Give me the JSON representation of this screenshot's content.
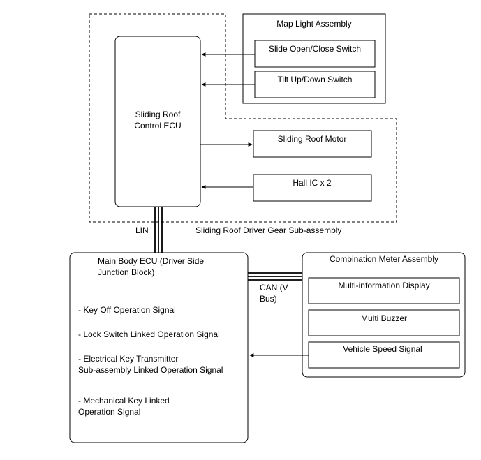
{
  "map_light": {
    "title": "Map Light Assembly",
    "slide_switch": "Slide Open/Close Switch",
    "tilt_switch": "Tilt Up/Down Switch"
  },
  "sliding_roof_ecu": {
    "line1": "Sliding Roof",
    "line2": "Control ECU"
  },
  "motor": "Sliding Roof Motor",
  "hall_ic": "Hall IC x 2",
  "driver_gear_label": "Sliding Roof Driver Gear Sub-assembly",
  "lin_label": "LIN",
  "can_label": {
    "line1": "CAN (V",
    "line2": "Bus)"
  },
  "main_body_ecu": {
    "title_line1": "Main Body ECU (Driver Side",
    "title_line2": "Junction Block)",
    "signals": {
      "s1": "- Key Off Operation Signal",
      "s2": "- Lock Switch Linked Operation Signal",
      "s3_line1": "- Electrical Key Transmitter",
      "s3_line2": "Sub-assembly Linked Operation Signal",
      "s4_line1": "- Mechanical Key Linked",
      "s4_line2": "Operation Signal"
    }
  },
  "combination_meter": {
    "title": "Combination Meter Assembly",
    "display": "Multi-information Display",
    "buzzer": "Multi Buzzer",
    "speed_signal": "Vehicle Speed Signal"
  }
}
